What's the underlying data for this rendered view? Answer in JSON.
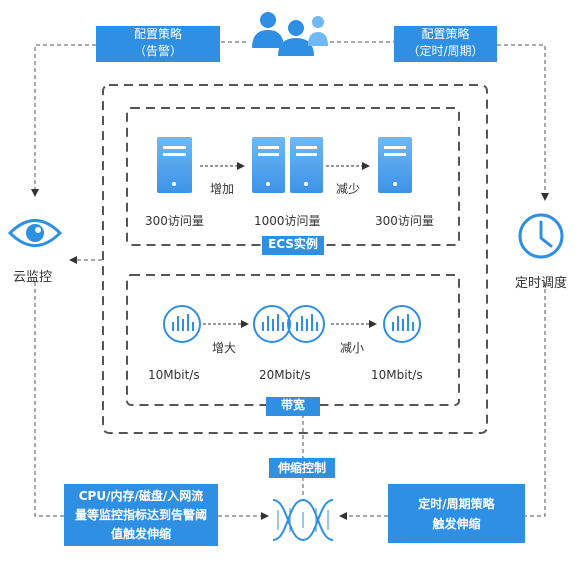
{
  "top_left_box": {
    "line1": "配置策略",
    "line2": "（告警）"
  },
  "top_right_box": {
    "line1": "配置策略",
    "line2": "（定时/周期）"
  },
  "left_node": {
    "label": "云监控"
  },
  "right_node": {
    "label": "定时调度"
  },
  "ecs": {
    "title": "ECS实例",
    "counts": [
      "300访问量",
      "1000访问量",
      "300访问量"
    ],
    "arrow_increase": "增加",
    "arrow_decrease": "减少"
  },
  "bandwidth": {
    "title": "带宽",
    "values": [
      "10Mbit/s",
      "20Mbit/s",
      "10Mbit/s"
    ],
    "arrow_increase": "增大",
    "arrow_decrease": "减小"
  },
  "scaling_control": {
    "label": "伸缩控制"
  },
  "bottom_left_box": {
    "line1": "CPU/内存/磁盘/入网流",
    "line2": "量等监控指标达到告警阈",
    "line3": "值触发伸缩"
  },
  "bottom_right_box": {
    "line1": "定时/周期策略",
    "line2": "触发伸缩"
  },
  "colors": {
    "accent": "#2f8fe3",
    "dashed": "#555555"
  }
}
